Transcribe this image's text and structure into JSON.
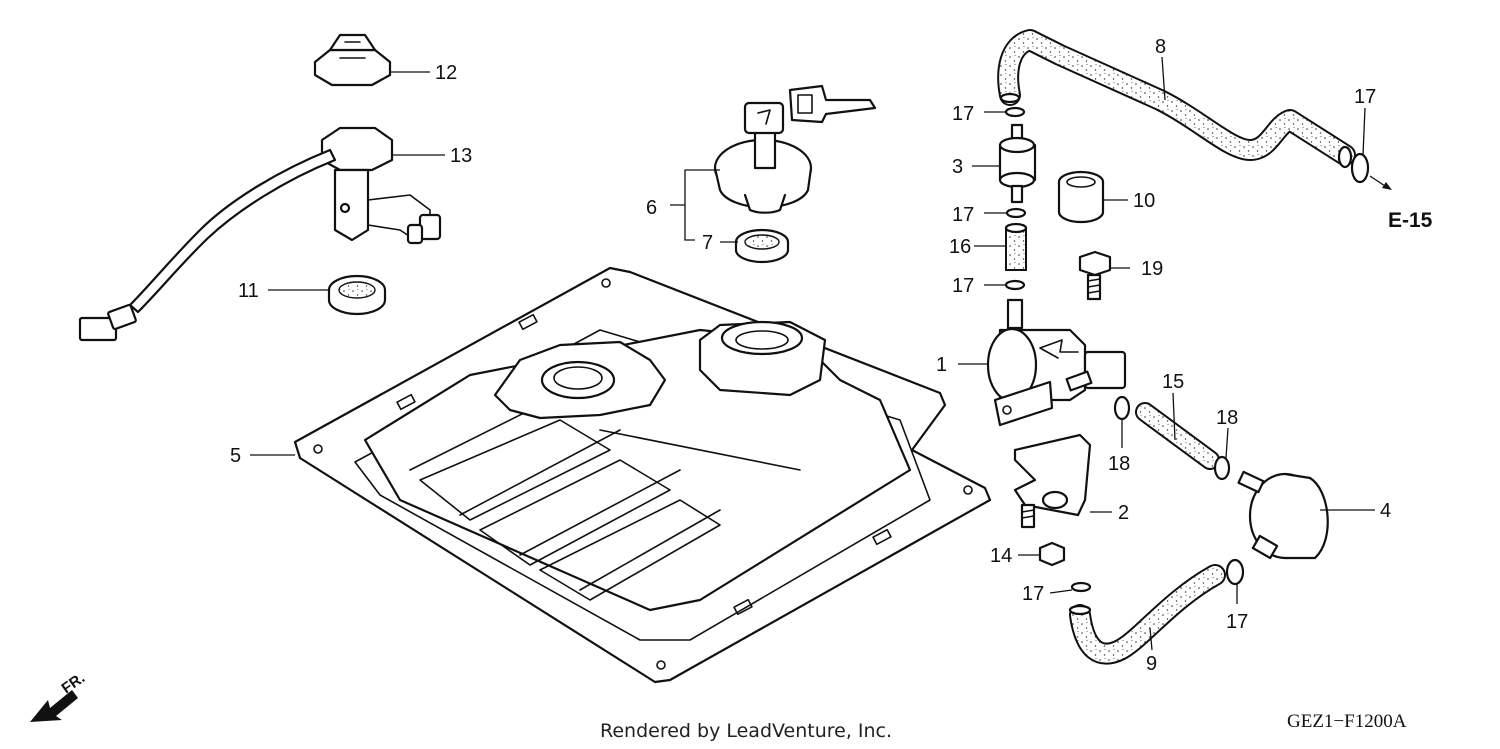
{
  "callouts": [
    "1",
    "2",
    "3",
    "4",
    "5",
    "6",
    "7",
    "8",
    "9",
    "10",
    "11",
    "12",
    "13",
    "14",
    "15",
    "16",
    "17",
    "18",
    "19"
  ],
  "reference": "E-15",
  "direction_label": "FR.",
  "footer": "Rendered by LeadVenture, Inc.",
  "diagram_code": "GEZ1−F1200A",
  "colors": {
    "line": "#111111",
    "background": "#ffffff"
  },
  "icons": [
    "front-direction-arrow-icon"
  ]
}
